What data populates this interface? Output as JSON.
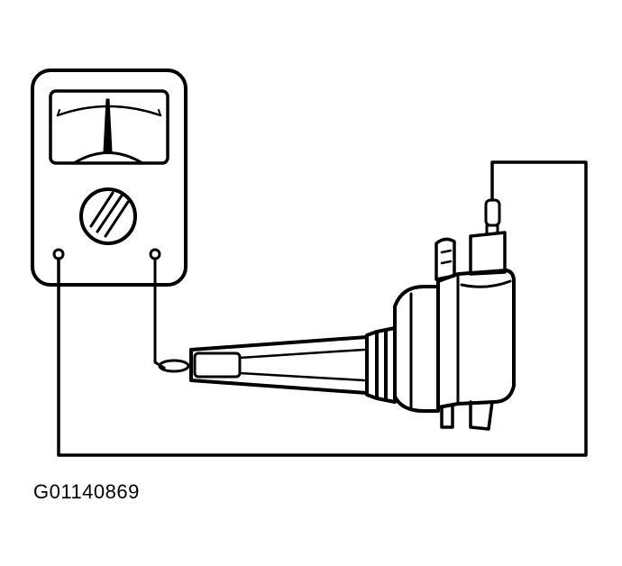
{
  "figure": {
    "id_label": "G01140869"
  },
  "colors": {
    "ink": "#000000",
    "background": "#ffffff"
  },
  "components": [
    "multimeter",
    "ignition-coil",
    "test-leads"
  ]
}
